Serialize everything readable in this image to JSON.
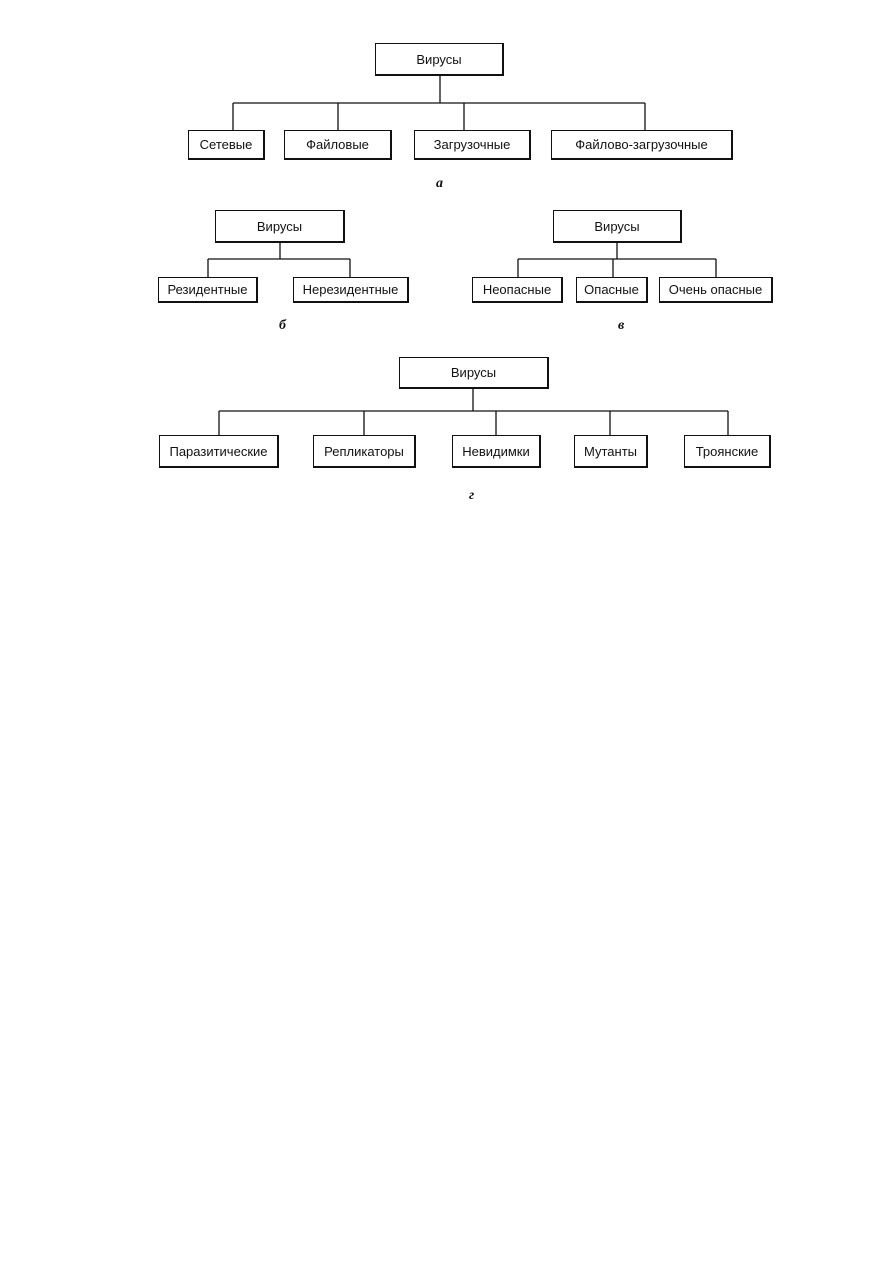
{
  "diagrams": [
    {
      "root": "Вирусы",
      "children": [
        "Сетевые",
        "Файловые",
        "Загрузочные",
        "Файлово-загрузочные"
      ],
      "caption": "а"
    },
    {
      "root": "Вирусы",
      "children": [
        "Резидентные",
        "Нерезидентные"
      ],
      "caption": "б"
    },
    {
      "root": "Вирусы",
      "children": [
        "Неопасные",
        "Опасные",
        "Очень опасные"
      ],
      "caption": "в"
    },
    {
      "root": "Вирусы",
      "children": [
        "Паразитические",
        "Репликаторы",
        "Невидимки",
        "Мутанты",
        "Троянские"
      ],
      "caption": "г"
    }
  ]
}
